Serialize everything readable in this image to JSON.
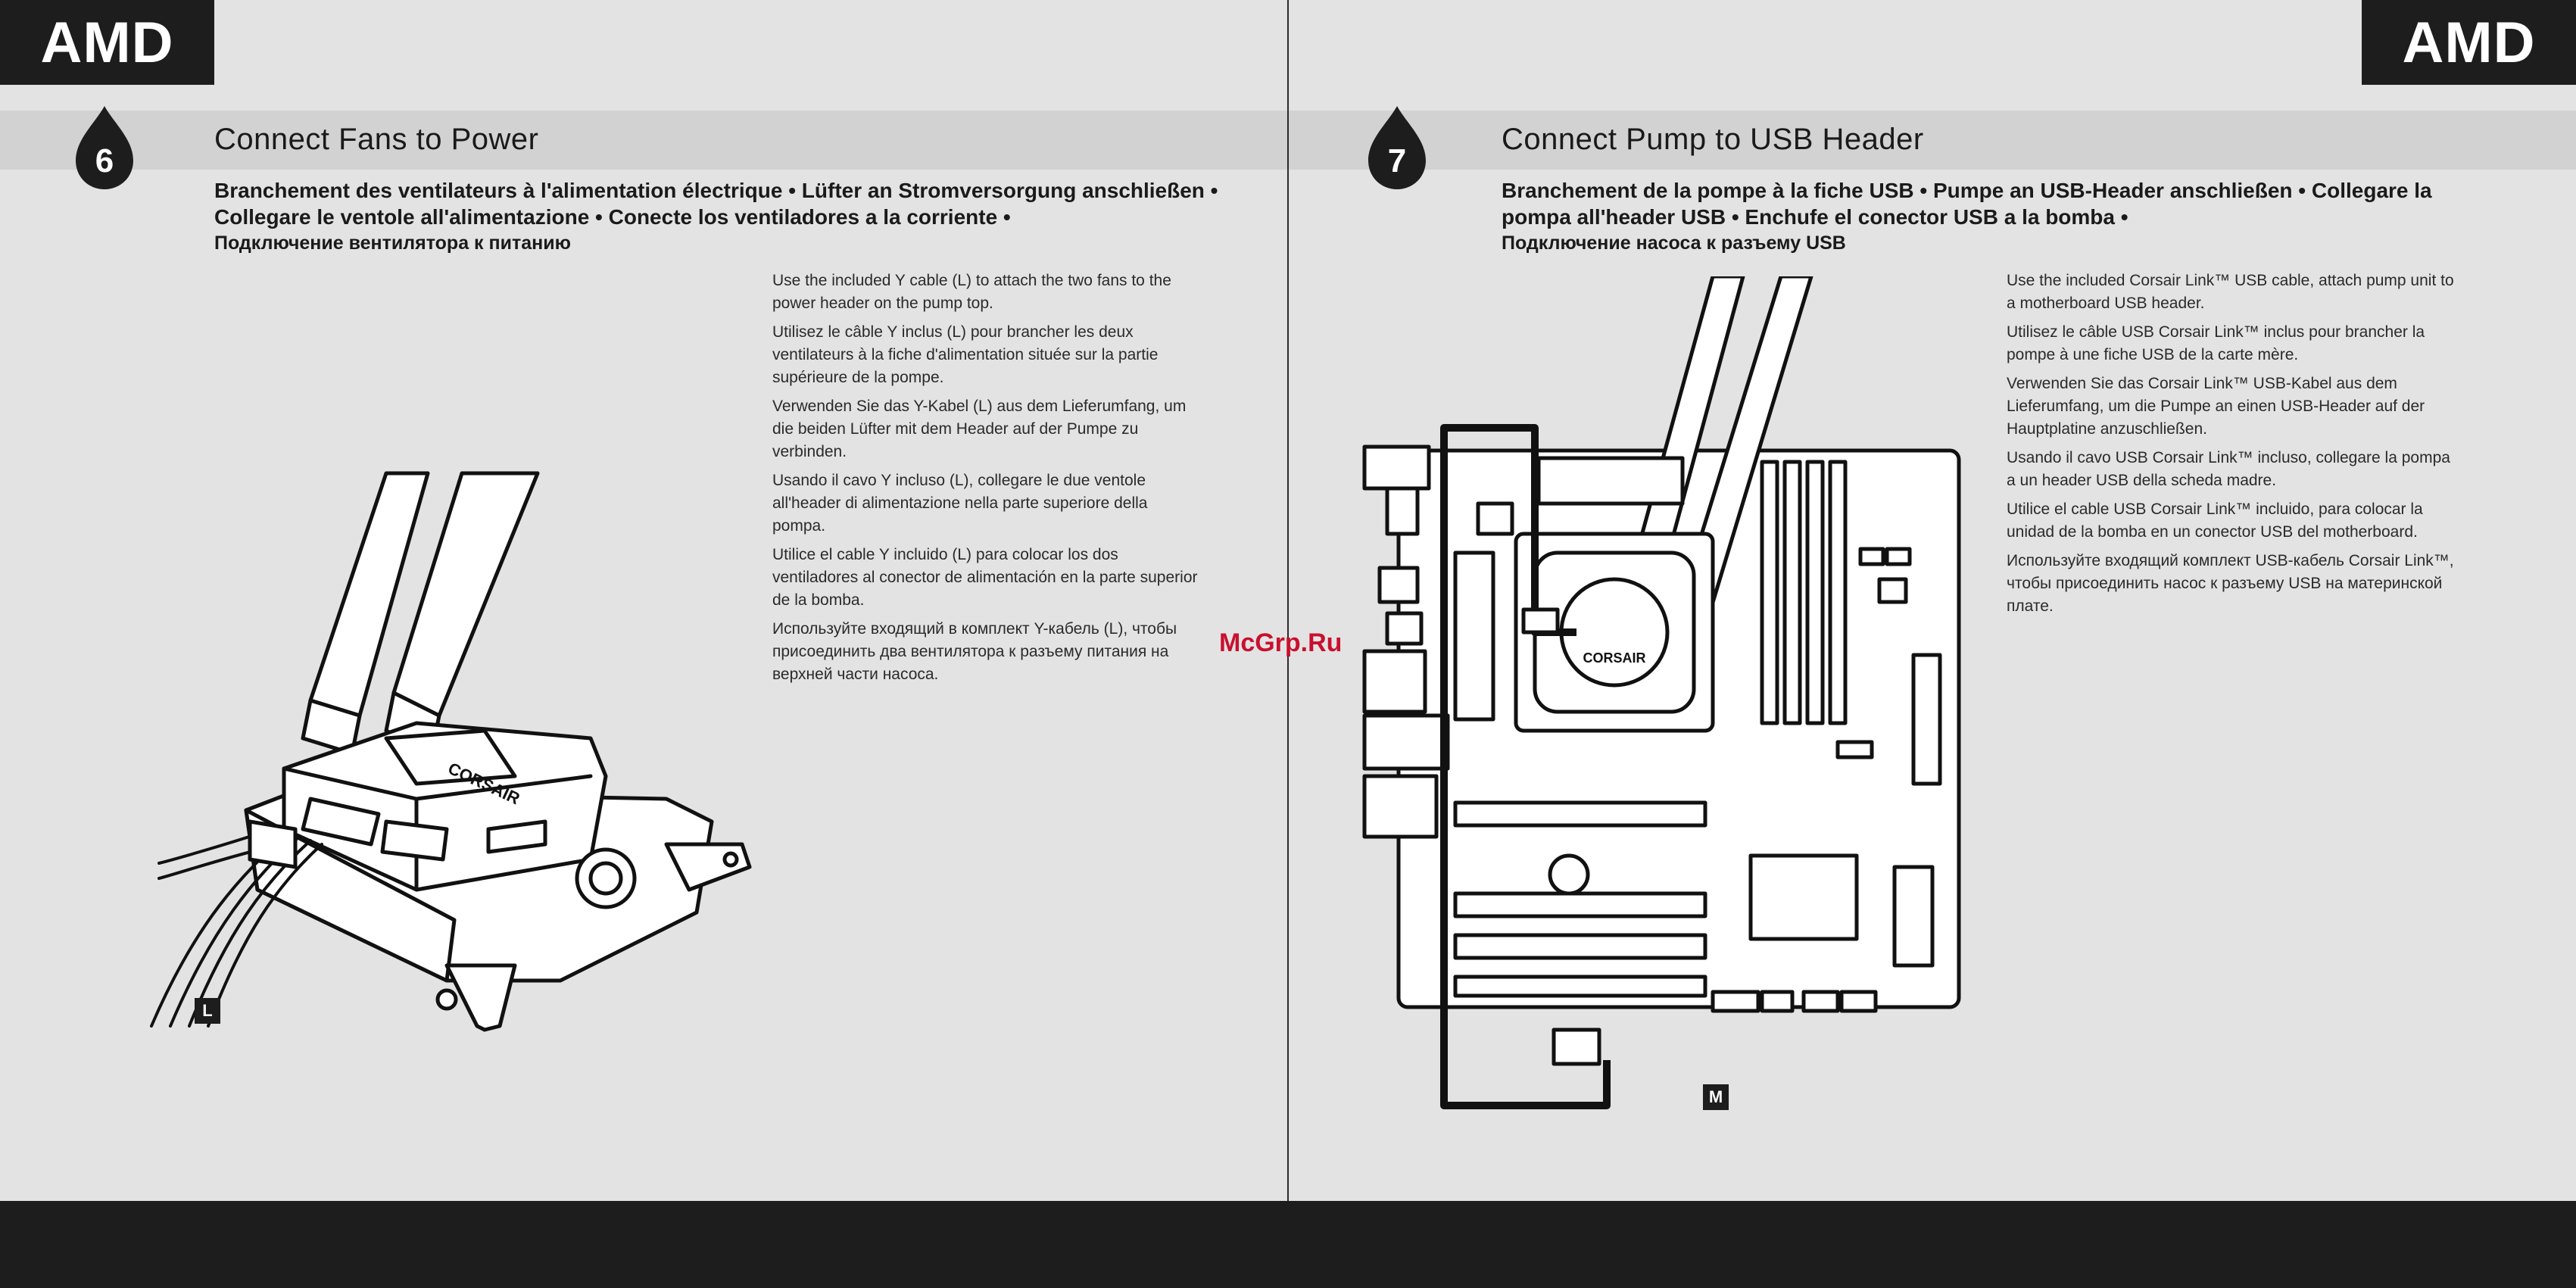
{
  "left": {
    "logo": "AMD",
    "step_number": "6",
    "title": "Connect Fans to Power",
    "subtitle": "Branchement des ventilateurs à l'alimentation électrique • Lüfter an Stromversorgung anschließen • Collegare le ventole all'alimentazione • Conecte los ventiladores a la corriente •",
    "subtitle_ru": "Подключение вентилятора к питанию",
    "paragraphs": [
      "Use the included Y cable (L) to attach the two fans to the power header on the pump top.",
      "Utilisez le câble Y inclus (L) pour brancher les deux ventilateurs à la fiche d'alimentation située sur la partie supérieure de la pompe.",
      "Verwenden Sie das Y-Kabel (L) aus dem Lieferumfang, um die beiden Lüfter mit dem Header auf der Pumpe zu verbinden.",
      "Usando il cavo Y incluso (L), collegare le due ventole all'header di alimentazione nella parte superiore della pompa.",
      "Utilice el cable Y incluido (L) para colocar los dos ventiladores al conector de alimentación en la parte superior de la bomba.",
      "Используйте входящий в комплект Y-кабель (L), чтобы присоединить два вентилятора к разъему питания на верхней части насоса."
    ],
    "illustration_label": "L",
    "pump_brand": "CORSAIR"
  },
  "right": {
    "logo": "AMD",
    "step_number": "7",
    "title": "Connect Pump to USB Header",
    "subtitle": "Branchement de la pompe à la fiche USB • Pumpe an USB-Header anschließen • Collegare la pompa all'header USB • Enchufe el conector USB a la bomba •",
    "subtitle_ru": "Подключение насоса к разъему USB",
    "paragraphs": [
      "Use the included Corsair Link™ USB cable, attach pump unit to a motherboard USB header.",
      "Utilisez le câble USB Corsair Link™ inclus pour brancher la pompe à une fiche USB de la carte mère.",
      "Verwenden Sie das Corsair Link™ USB-Kabel aus dem Lieferumfang, um die Pumpe an einen USB-Header auf der Hauptplatine anzuschließen.",
      "Usando il cavo USB Corsair Link™ incluso, collegare la pompa a un header USB della scheda madre.",
      "Utilice el cable USB Corsair Link™ incluido, para colocar la unidad de la bomba en un conector USB del motherboard.",
      "Используйте входящий комплект USB-кабель Corsair Link™, чтобы присоединить насос к разъему USB на материнской плате."
    ],
    "illustration_label": "M",
    "pump_brand": "CORSAIR"
  },
  "watermark": "McGrp.Ru",
  "colors": {
    "dark": "#1d1d1d",
    "band": "#d2d2d2",
    "background": "#e3e3e3",
    "watermark": "#c8102e"
  }
}
